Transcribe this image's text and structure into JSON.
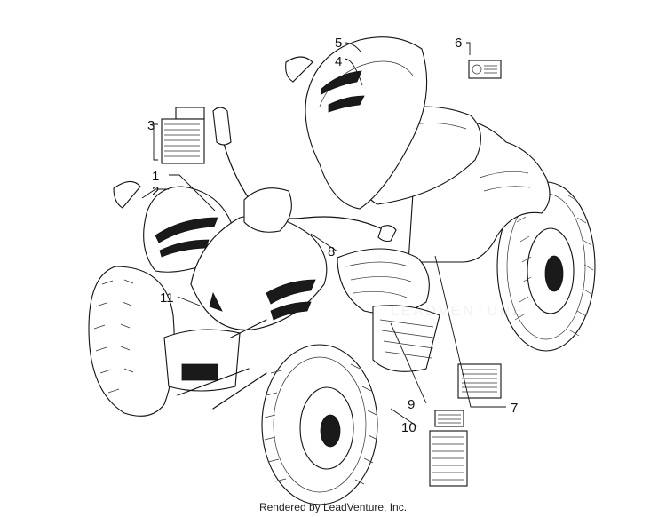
{
  "callouts": [
    "1",
    "2",
    "3",
    "4",
    "5",
    "6",
    "7",
    "8",
    "9",
    "10",
    "11"
  ],
  "footer": "Rendered by LeadVenture, Inc.",
  "watermark": "LEADVENTURE"
}
